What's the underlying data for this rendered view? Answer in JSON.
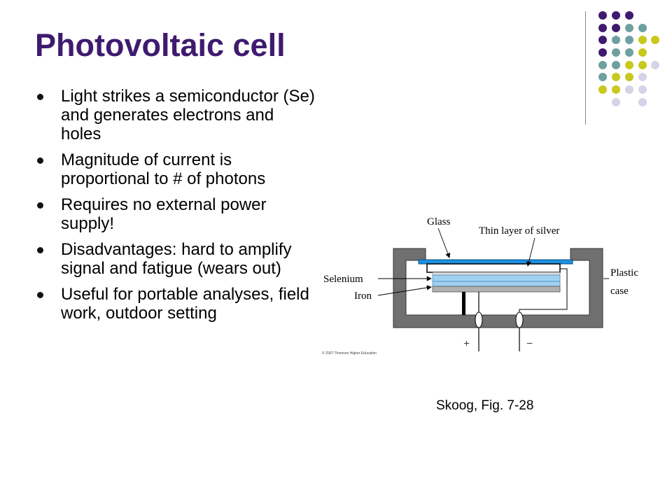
{
  "slide": {
    "title": "Photovoltaic cell",
    "bullets": [
      "Light strikes a semiconductor (Se) and generates electrons and holes",
      "Magnitude of current is proportional to # of photons",
      "Requires no external power supply!",
      "Disadvantages: hard to amplify signal and fatigue (wears out)",
      "Useful for portable analyses, field work, outdoor setting"
    ],
    "caption": "Skoog, Fig. 7-28"
  },
  "diagram": {
    "labels": {
      "glass": "Glass",
      "thin_layer": "Thin layer of silver",
      "selenium": "Selenium",
      "iron": "Iron",
      "plastic": "Plastic",
      "case": "case",
      "plus": "+",
      "minus": "−",
      "copyright": "© 2007 Thomson Higher Education"
    }
  },
  "colors": {
    "title": "#3f1a6e",
    "purple": "#3f1a6e",
    "teal": "#6fa0a0",
    "lime": "#c8c81e",
    "lavender": "#d4d4e8",
    "case_gray": "#707070",
    "glass_blue": "#1e90e0",
    "selenium_blue": "#a0d0f0"
  },
  "decoration": {
    "name": "dot-grid"
  }
}
